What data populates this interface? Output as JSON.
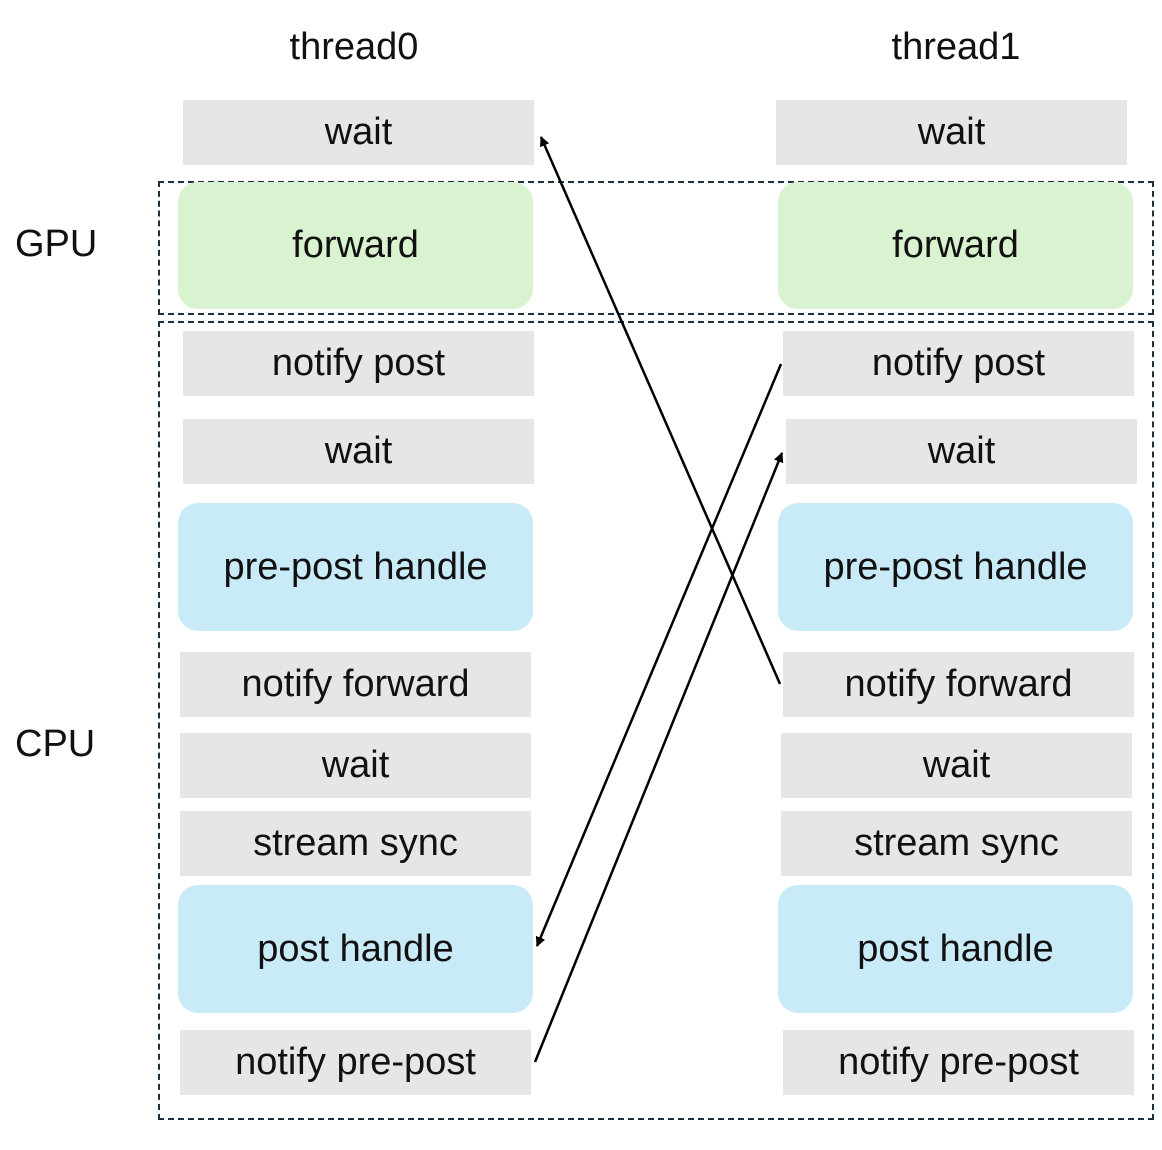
{
  "columns": {
    "left": {
      "title": "thread0"
    },
    "right": {
      "title": "thread1"
    }
  },
  "regions": {
    "gpu": "GPU",
    "cpu": "CPU"
  },
  "thread0": {
    "wait_top": "wait",
    "forward": "forward",
    "notify_post": "notify post",
    "wait_mid": "wait",
    "pre_post_handle": "pre-post handle",
    "notify_forward": "notify forward",
    "wait_low": "wait",
    "stream_sync": "stream sync",
    "post_handle": "post handle",
    "notify_pre_post": "notify pre-post"
  },
  "thread1": {
    "wait_top": "wait",
    "forward": "forward",
    "notify_post": "notify post",
    "wait_mid": "wait",
    "pre_post_handle": "pre-post handle",
    "notify_forward": "notify forward",
    "wait_low": "wait",
    "stream_sync": "stream sync",
    "post_handle": "post handle",
    "notify_pre_post": "notify pre-post"
  },
  "colors": {
    "wait_gray": "#e6e6e6",
    "gpu_green": "#d9f2d0",
    "cpu_blue": "#c9ebf8",
    "border_dark": "#1b3040"
  }
}
